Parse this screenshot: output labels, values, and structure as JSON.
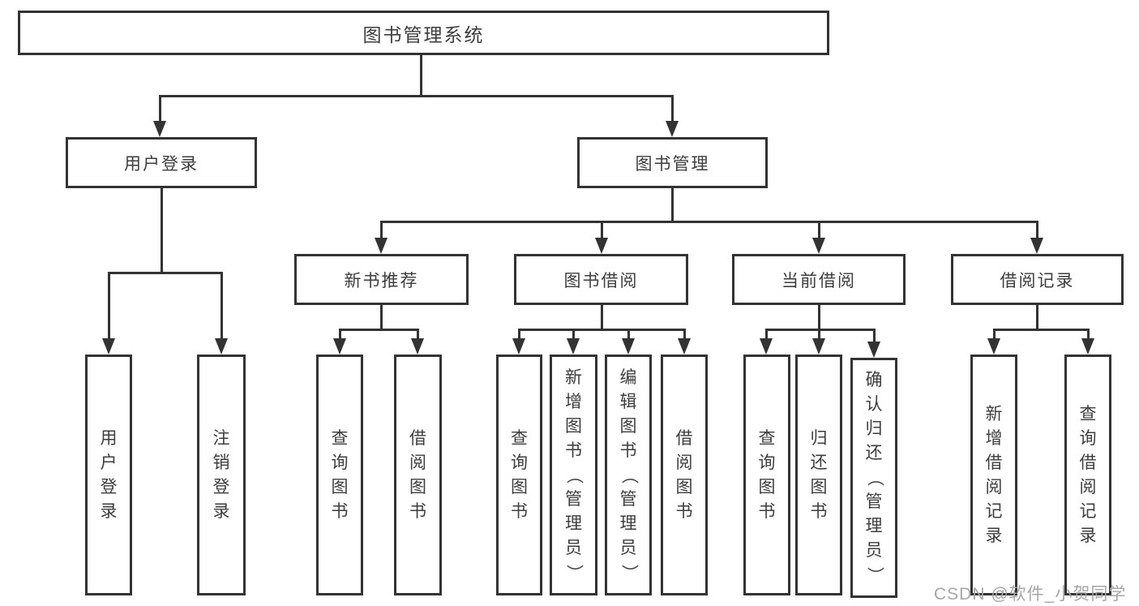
{
  "tree": {
    "root": {
      "label": "图书管理系统"
    },
    "branches": [
      {
        "label": "用户登录",
        "children": [
          {
            "label": "用户登录"
          },
          {
            "label": "注销登录"
          }
        ]
      },
      {
        "label": "图书管理",
        "children": [
          {
            "label": "新书推荐",
            "children": [
              {
                "label": "查询图书"
              },
              {
                "label": "借阅图书"
              }
            ]
          },
          {
            "label": "图书借阅",
            "children": [
              {
                "label": "查询图书"
              },
              {
                "label": "新增图书（管理员）"
              },
              {
                "label": "编辑图书（管理员）"
              },
              {
                "label": "借阅图书"
              }
            ]
          },
          {
            "label": "当前借阅",
            "children": [
              {
                "label": "查询图书"
              },
              {
                "label": "归还图书"
              },
              {
                "label": "确认归还（管理员）"
              }
            ]
          },
          {
            "label": "借阅记录",
            "children": [
              {
                "label": "新增借阅记录"
              },
              {
                "label": "查询借阅记录"
              }
            ]
          }
        ]
      }
    ]
  },
  "watermark": "CSDN @软件_小贺同学",
  "colors": {
    "line": "#333333",
    "text": "#3d3d3d",
    "background": "#ffffff",
    "watermark": "#a6a6a6"
  }
}
